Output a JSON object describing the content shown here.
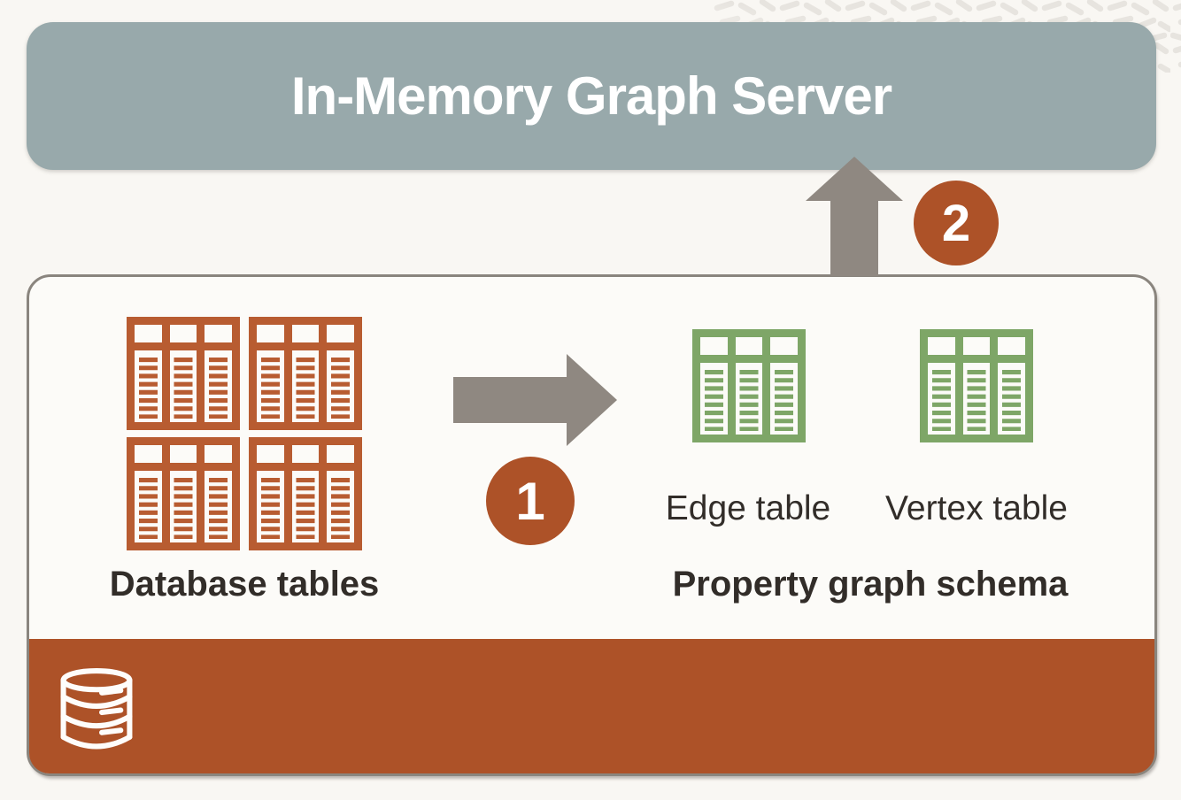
{
  "colors": {
    "page-bg": "#F9F7F3",
    "teal": "#98A9AB",
    "orange": "#AD5228",
    "orange-table": "#B85C31",
    "green": "#7EA667",
    "gray": "#8F8881",
    "border-gray": "#8A857E",
    "text": "#322D29",
    "container-bg": "#FCFBF8",
    "pattern": "#E7E4DF",
    "title": "#FFFFFF"
  },
  "server": {
    "title": "In-Memory Graph Server"
  },
  "steps": [
    {
      "number": "1"
    },
    {
      "number": "2"
    }
  ],
  "database": {
    "label": "Database tables",
    "table_icon_count": 4,
    "icon": "table-grid-icon"
  },
  "schema": {
    "label": "Property graph schema",
    "edge_label": "Edge table",
    "vertex_label": "Vertex table",
    "icon": "table-grid-icon"
  },
  "storage": {
    "icon": "database-cylinder-icon"
  },
  "arrows": {
    "step1": "arrow-right-icon",
    "step2": "arrow-up-icon"
  }
}
